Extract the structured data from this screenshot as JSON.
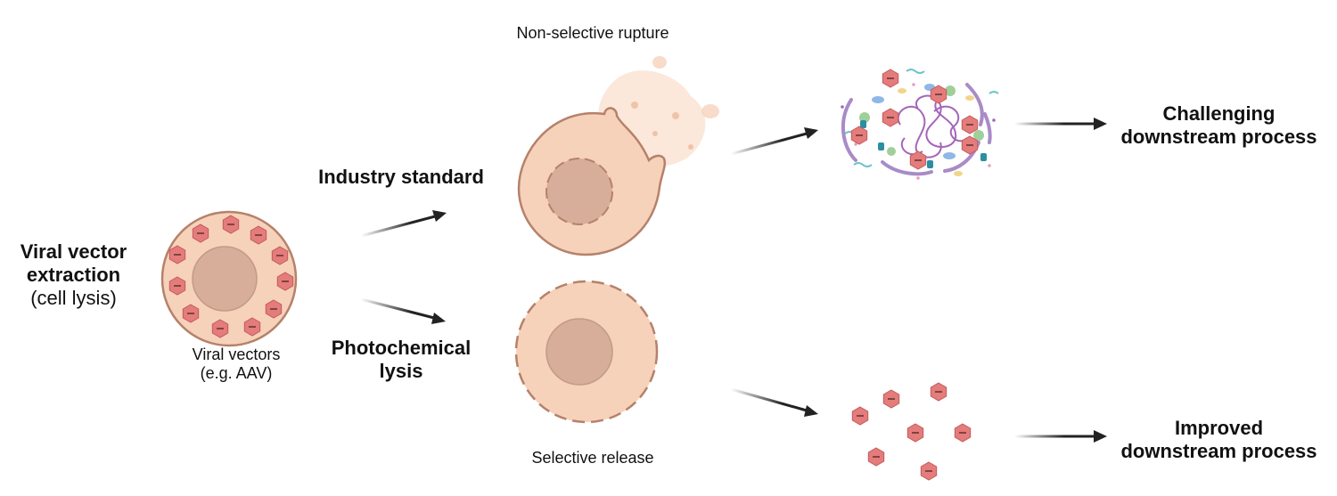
{
  "title": {
    "line1": "Viral vector",
    "line2": "extraction",
    "sub": "(cell lysis)"
  },
  "viral_vectors_label": {
    "line1": "Viral vectors",
    "line2": "(e.g. AAV)"
  },
  "paths": {
    "industry": "Industry standard",
    "photochemical": {
      "line1": "Photochemical",
      "line2": "lysis"
    }
  },
  "outcomes": {
    "non_selective": "Non-selective rupture",
    "selective": "Selective release"
  },
  "results": {
    "challenging": {
      "line1": "Challenging",
      "line2": "downstream process"
    },
    "improved": {
      "line1": "Improved",
      "line2": "downstream process"
    }
  },
  "colors": {
    "cell_fill": "#f6d2bb",
    "cell_stroke": "#b6816a",
    "nucleus": "#d7ae99",
    "virus": "#e47c7c",
    "arrow": "#222222",
    "dna": "#a466b8"
  }
}
